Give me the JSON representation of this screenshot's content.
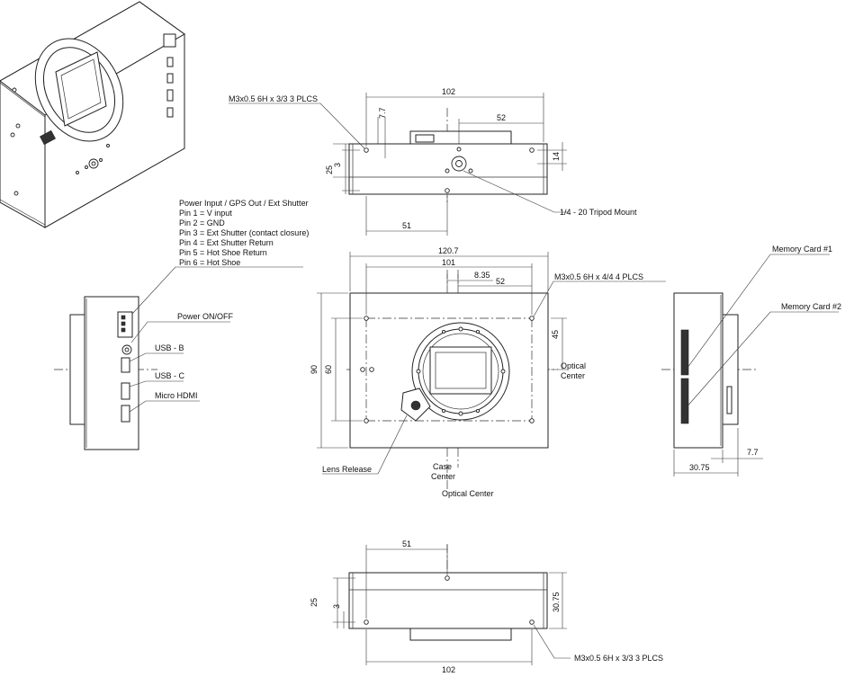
{
  "top_view": {
    "thread_note": "M3x0.5 6H x 3/3  3 PLCS",
    "dim_width": "102",
    "dim_7_7": "7.7",
    "dim_52": "52",
    "dim_14": "14",
    "dim_25": "25",
    "dim_3": "3",
    "dim_51": "51",
    "tripod_label": "1/4 - 20 Tripod Mount"
  },
  "connector_info": {
    "title": "Power Input / GPS Out / Ext Shutter",
    "pins": [
      "Pin 1 = V input",
      "Pin 2 = GND",
      "Pin 3 = Ext Shutter (contact closure)",
      "Pin 4 = Ext Shutter Return",
      "Pin 5 = Hot Shoe Return",
      "Pin 6 = Hot Shoe"
    ]
  },
  "left_view": {
    "power_label": "Power ON/OFF",
    "usb_b_label": "USB - B",
    "usb_c_label": "USB - C",
    "hdmi_label": "Micro HDMI"
  },
  "front_view": {
    "dim_120_7": "120.7",
    "dim_101": "101",
    "dim_8_35": "8.35",
    "dim_52": "52",
    "thread_note": "M3x0.5 6H x 4/4  4 PLCS",
    "dim_45": "45",
    "dim_90": "90",
    "dim_60": "60",
    "optical_center_right_1": "Optical",
    "optical_center_right_2": "Center",
    "lens_release_label": "Lens Release",
    "case_center_1": "Case",
    "case_center_2": "Center",
    "optical_center_bottom": "Optical Center"
  },
  "right_view": {
    "memory_card_1": "Memory Card #1",
    "memory_card_2": "Memory Card #2",
    "dim_7_7": "7.7",
    "dim_30_75": "30.75"
  },
  "bottom_view": {
    "dim_51": "51",
    "dim_25": "25",
    "dim_3": "3",
    "dim_30_75": "30.75",
    "thread_note": "M3x0.5 6H x 3/3  3 PLCS",
    "dim_102": "102"
  }
}
